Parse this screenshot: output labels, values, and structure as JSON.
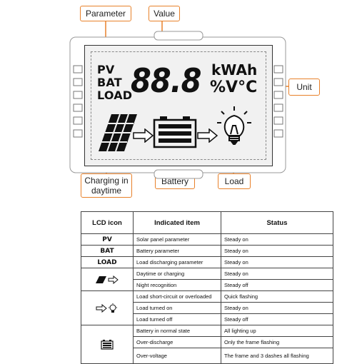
{
  "callouts": {
    "parameter": "Parameter",
    "value": "Value",
    "unit": "Unit",
    "charging": "Charging in\ndaytime",
    "battery": "Battery",
    "load": "Load"
  },
  "lcd": {
    "params": [
      "PV",
      "BAT",
      "LOAD"
    ],
    "digits": "88.8",
    "unit_top": "kWAh",
    "unit_bottom": "%V°C"
  },
  "table": {
    "headers": [
      "LCD icon",
      "Indicated item",
      "Status"
    ],
    "rows": [
      {
        "icon": "PV",
        "item": "Solar panel parameter",
        "status": "Steady on"
      },
      {
        "icon": "BAT",
        "item": "Battery parameter",
        "status": "Steady on"
      },
      {
        "icon": "LOAD",
        "item": "Load discharging parameter",
        "status": "Steady on"
      },
      {
        "icon": "solar-arrow-icon",
        "item": "Daytime or charging",
        "status": "Steady on"
      },
      {
        "icon": "",
        "item": "Night recognition",
        "status": "Steady off"
      },
      {
        "icon": "arrow-bulb-icon",
        "item": "Load short-circuit or overloaded",
        "status": "Quick flashing"
      },
      {
        "icon": "",
        "item": "Load turned on",
        "status": "Steady on"
      },
      {
        "icon": "",
        "item": "Load turned off",
        "status": "Steady off"
      },
      {
        "icon": "battery-icon",
        "item": "Battery in normal state",
        "status": "All lighting up"
      },
      {
        "icon": "",
        "item": "Over-discharge",
        "status": "Only the frame flashing"
      },
      {
        "icon": "",
        "item": "Over-voltage",
        "status": "The frame and 3 dashes all flashing"
      }
    ]
  }
}
